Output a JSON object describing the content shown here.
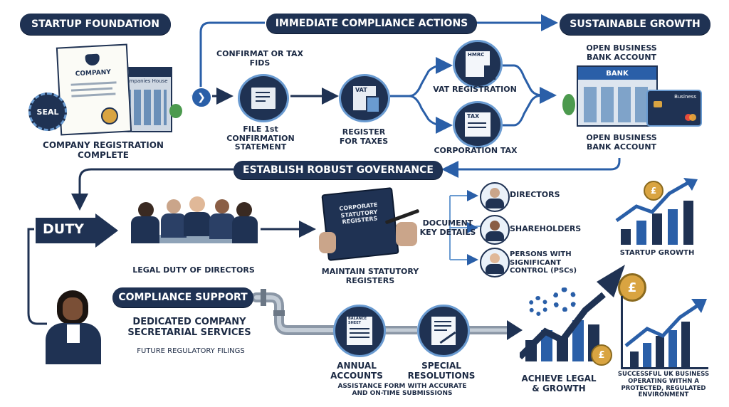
{
  "headers": {
    "startup": "STARTUP FOUNDATION",
    "immediate": "IMMEDIATE COMPLIANCE ACTIONS",
    "sustainable": "SUSTAINABLE GROWTH",
    "governance": "ESTABLISH ROBUST GOVERNANCE",
    "compliance_support": "COMPLIANCE SUPPORT"
  },
  "startup": {
    "cert_title": "COMPANY",
    "seal": "SEAL",
    "building": "Companies House",
    "label": "COMPANY REGISTRATION COMPLETE"
  },
  "actions": {
    "confirm_top": "CONFIRMAT OR TAX FIDS",
    "file_statement": "FILE 1st CONFIRMATION STATEMENT",
    "register_taxes": "REGISTER FOR TAXES",
    "vat_doc": "VAT",
    "vat_registration": "VAT REGISTRATION",
    "hmrc": "HMRC",
    "corporation_tax": "CORPORATION TAX",
    "tax_doc": "TAX"
  },
  "growth": {
    "bank_top": "OPEN BUSINESS BANK ACCOUNT",
    "bank_sign": "BANK",
    "card_text": "Business",
    "bank_bottom": "OPEN BUSINESS BANK ACCOUNT"
  },
  "governance": {
    "duty": "DUTY",
    "legal_duty": "LEGAL DUTY OF DIRECTORS",
    "book_text": "CORPORATE STATUTORY REGISTERS",
    "maintain": "MAINTAIN STATUTORY REGISTERS",
    "document": "DOCUMENT KEY DETAILS",
    "directors": "DIRECTORS",
    "shareholders": "SHAREHOLDERS",
    "pscs": "PERSONS WITH SIGNIFICANT CONTROL (PSCs)",
    "startup_growth": "STARTUP GROWTH",
    "pound": "£"
  },
  "support": {
    "dedicated": "DEDICATED COMPANY SECRETARIAL SERVICES",
    "future": "FUTURE REGULATORY FILINGS",
    "balance_sheet": "BALANCE SHEET",
    "annual": "ANNUAL ACCOUNTS",
    "special": "SPECIAL RESOLUTIONS",
    "assistance": "ASSISTANCE FORM WITH ACCURATE AND ON-TIME SUBMISSIONS",
    "achieve": "ACHIEVE LEGAL & GROWTH",
    "successful": "SUCCESSFUL UK BUSINESS OPERATING WITHN A PROTECTED, REGULATED ENVIRONMENT"
  },
  "colors": {
    "navy": "#1f3253",
    "blue": "#2a5fa8",
    "light_blue": "#6a9bd1",
    "gold": "#d9a441"
  }
}
